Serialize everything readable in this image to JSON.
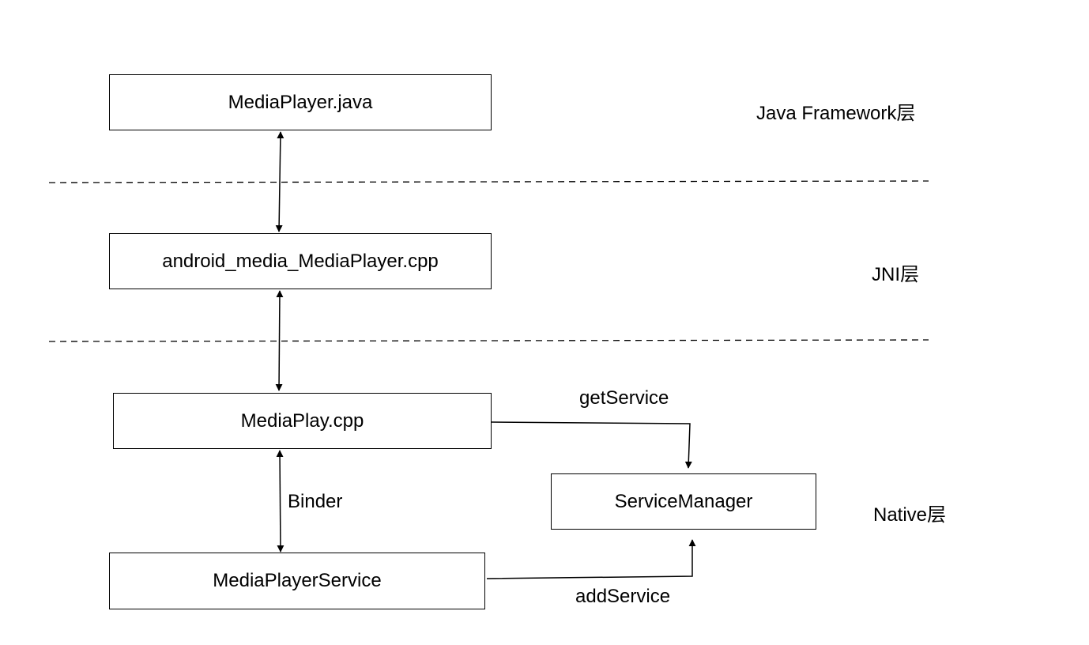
{
  "nodes": {
    "mediaplayer_java": "MediaPlayer.java",
    "android_media_mediaplayer_cpp": "android_media_MediaPlayer.cpp",
    "mediaplay_cpp": "MediaPlay.cpp",
    "mediaplayer_service": "MediaPlayerService",
    "service_manager": "ServiceManager"
  },
  "layers": {
    "java_framework": "Java Framework层",
    "jni": "JNI层",
    "native": "Native层"
  },
  "edges": {
    "binder": "Binder",
    "get_service": "getService",
    "add_service": "addService"
  },
  "colors": {
    "stroke": "#000000",
    "background": "#ffffff"
  }
}
